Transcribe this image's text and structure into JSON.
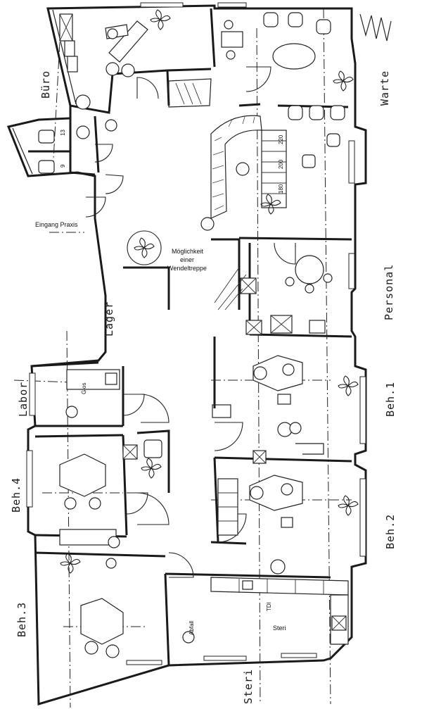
{
  "rooms": {
    "buero": "Büro",
    "warte": "Warte",
    "personal": "Personal",
    "lager": "Lager",
    "labor": "Labor",
    "beh1": "Beh.1",
    "beh2": "Beh.2",
    "beh3": "Beh.3",
    "beh4": "Beh.4",
    "steri_vertical": "Steri",
    "steri": "Steri"
  },
  "notes": {
    "eingang": "Eingang Praxis",
    "wendeltreppe_line1": "Möglichkeit",
    "wendeltreppe_line2": "einer",
    "wendeltreppe_line3": "Wendeltreppe"
  },
  "small_marks": {
    "wc1": "13",
    "wc2": "9",
    "abfall": "Abfall",
    "tdi": "TDI",
    "gloss": "Glos"
  },
  "stair_dims": {
    "a": "180",
    "b": "200",
    "c": "220"
  }
}
